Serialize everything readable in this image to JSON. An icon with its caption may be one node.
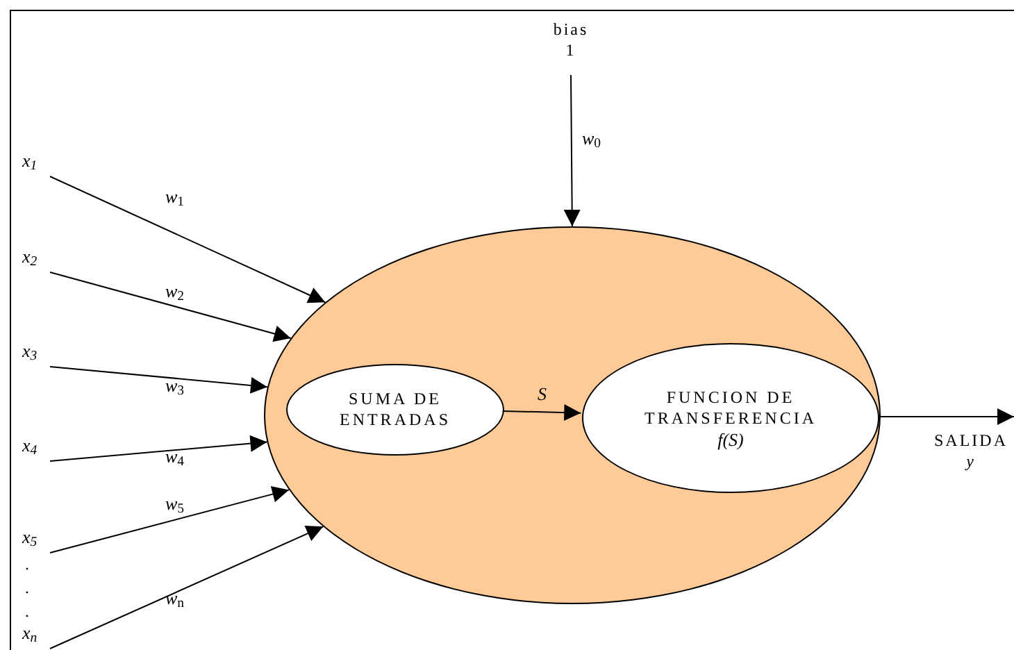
{
  "diagram": {
    "nodes": [
      {
        "text": [],
        "shape": "ellipse"
      },
      {
        "text": [
          "SUMA DE ENTRADAS"
        ],
        "in": 0
      },
      {
        "text": [
          "FUNCION DE TRANSFERENCIA",
          "*f(S)*"
        ],
        "in": 0
      },
      {
        "text": [
          "bias",
          "1"
        ]
      },
      {
        "text": [
          "*x*$_{1}$"
        ]
      },
      {
        "text": [
          "*x*$_{2}$"
        ]
      },
      {
        "text": [
          "*x*$_{3}$"
        ]
      },
      {
        "text": [
          "*x*$_{4}$"
        ]
      },
      {
        "text": [
          "*x*$_{5}$"
        ]
      },
      {
        "text": [
          "*x*$_{n}$"
        ]
      },
      {
        "text": [
          "SALIDA",
          "*y*"
        ]
      }
    ],
    "edges": [
      {
        "from": 3,
        "to": 0,
        "arrow": "to",
        "label": "*w*$_{0}$"
      },
      {
        "from": 4,
        "to": 0,
        "arrow": "to",
        "label": "*w*$_{1}$"
      },
      {
        "from": 5,
        "to": 0,
        "arrow": "to",
        "label": "*w*$_{2}$"
      },
      {
        "from": 6,
        "to": 0,
        "arrow": "to",
        "label": "*w*$_{3}$"
      },
      {
        "from": 7,
        "to": 0,
        "arrow": "to",
        "label": "*w*$_{4}$"
      },
      {
        "from": 8,
        "to": 0,
        "arrow": "to",
        "label": "*w*$_{5}$"
      },
      {
        "from": 9,
        "to": 0,
        "arrow": "to",
        "label": "*w*$_{n}$"
      },
      {
        "from": 1,
        "to": 2,
        "arrow": "to",
        "label": "*S*"
      },
      {
        "from": 2,
        "to": 10,
        "arrow": "to"
      }
    ],
    "labels": [
      ".",
      ".",
      "."
    ]
  }
}
